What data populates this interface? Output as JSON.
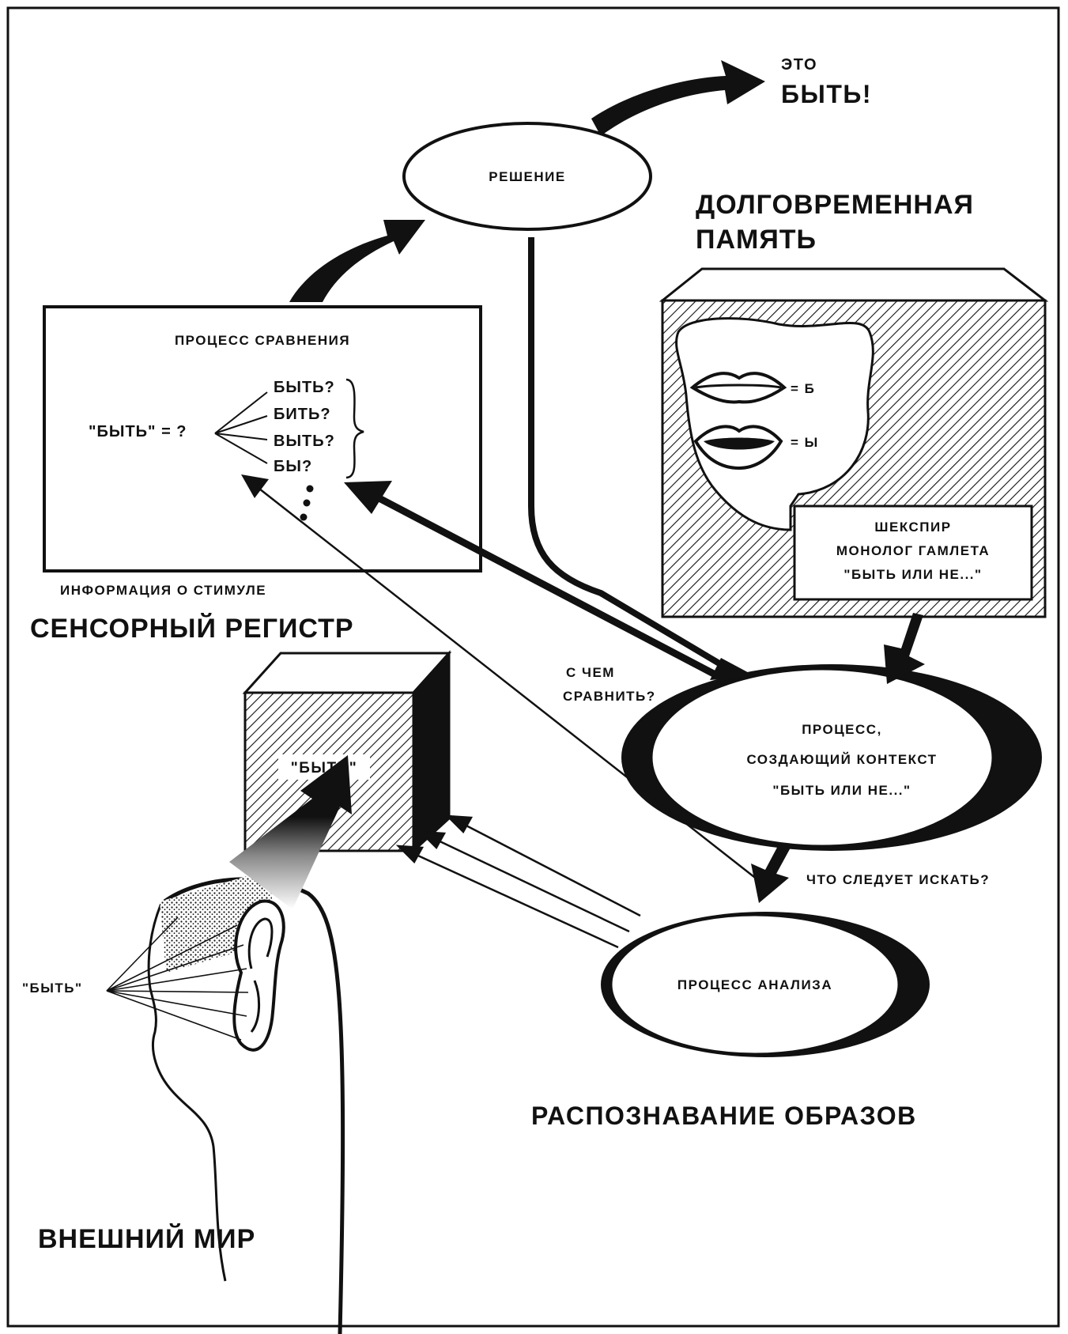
{
  "labels": {
    "eto": "ЭТО",
    "byt_excl": "БЫТЬ!",
    "reshenie": "РЕШЕНИЕ",
    "ltm_line1": "ДОЛГОВРЕМЕННАЯ",
    "ltm_line2": "ПАМЯТЬ",
    "comparison_title": "ПРОЦЕСС СРАВНЕНИЯ",
    "comparison_query": "\"БЫТЬ\" = ?",
    "candidates": [
      "БЫТЬ?",
      "БИТЬ?",
      "ВЫТЬ?",
      "БЫ?"
    ],
    "lips_b": "= Б",
    "lips_y": "= Ы",
    "shakespeare_1": "ШЕКСПИР",
    "shakespeare_2": "МОНОЛОГ ГАМЛЕТА",
    "shakespeare_3": "\"БЫТЬ ИЛИ НЕ...\"",
    "stimulus_info": "ИНФОРМАЦИЯ О СТИМУЛЕ",
    "sensory_register": "СЕНСОРНЫЙ РЕГИСТР",
    "what_compare_1": "С ЧЕМ",
    "what_compare_2": "СРАВНИТЬ?",
    "context_1": "ПРОЦЕСС,",
    "context_2": "СОЗДАЮЩИЙ КОНТЕКСТ",
    "context_3": "\"БЫТЬ ИЛИ НЕ...\"",
    "box_word": "\"БЫТЬ\"",
    "what_search": "ЧТО СЛЕДУЕТ ИСКАТЬ?",
    "analysis": "ПРОЦЕСС АНАЛИЗА",
    "spoken_word": "\"БЫТЬ\"",
    "pattern_recognition": "РАСПОЗНАВАНИЕ ОБРАЗОВ",
    "outer_world": "ВНЕШНИЙ МИР"
  }
}
